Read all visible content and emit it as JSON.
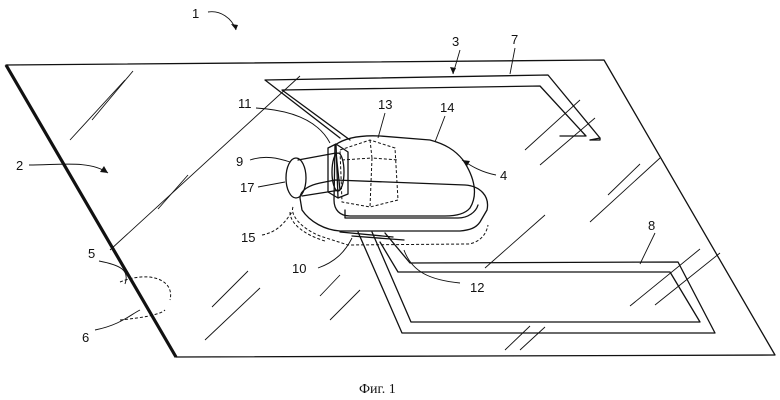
{
  "figure": {
    "caption": "Фиг. 1",
    "labels": {
      "l1": "1",
      "l2": "2",
      "l3": "3",
      "l4": "4",
      "l5": "5",
      "l6": "6",
      "l7": "7",
      "l8": "8",
      "l9": "9",
      "l10": "10",
      "l11": "11",
      "l12": "12",
      "l13": "13",
      "l14": "14",
      "l15": "15",
      "l17": "17"
    }
  }
}
